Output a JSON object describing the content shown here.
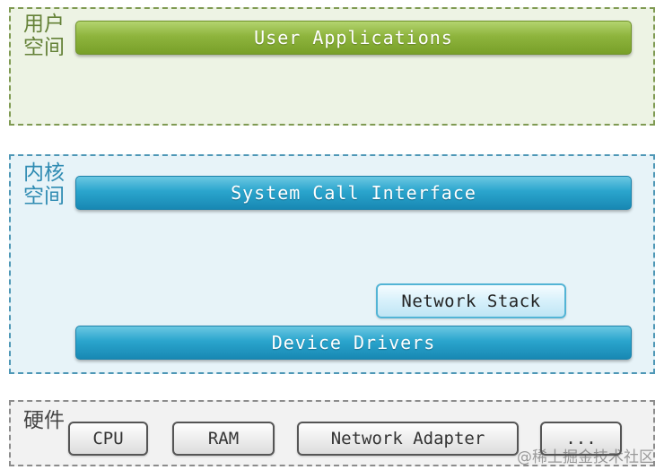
{
  "user_space": {
    "label": "用户\n空间",
    "bar": "User Applications"
  },
  "kernel_space": {
    "label": "内核\n空间",
    "system_call": "System Call Interface",
    "network_stack": "Network Stack",
    "device_drivers": "Device Drivers"
  },
  "hardware": {
    "label": "硬件",
    "items": [
      "CPU",
      "RAM",
      "Network Adapter",
      "..."
    ]
  },
  "watermark": "@稀土掘金技术社区",
  "colors": {
    "user_green": "#8eb43d",
    "kernel_blue": "#2aa5cd",
    "hardware_gray": "#f2f2f2"
  }
}
